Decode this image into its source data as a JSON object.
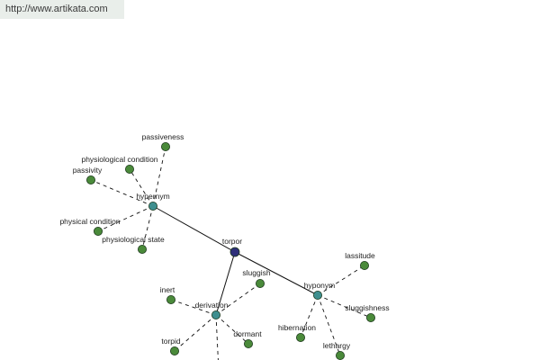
{
  "banner": {
    "url": "http://www.artikata.com"
  },
  "graph": {
    "nodes": [
      {
        "id": "torpor",
        "label": "torpor",
        "kind": "center",
        "color": "#2e2f7a"
      },
      {
        "id": "hypernym",
        "label": "hypernym",
        "kind": "relation",
        "color": "#3f8f8f"
      },
      {
        "id": "hyponym",
        "label": "hyponym",
        "kind": "relation",
        "color": "#3f8f8f"
      },
      {
        "id": "derivation",
        "label": "derivation",
        "kind": "relation",
        "color": "#3f8f8f"
      },
      {
        "id": "passiveness",
        "label": "passiveness",
        "kind": "term",
        "color": "#4a8a3a"
      },
      {
        "id": "physiological-condition",
        "label": "physiological condition",
        "kind": "term",
        "color": "#4a8a3a"
      },
      {
        "id": "passivity",
        "label": "passivity",
        "kind": "term",
        "color": "#4a8a3a"
      },
      {
        "id": "physical-condition",
        "label": "physical condition",
        "kind": "term",
        "color": "#4a8a3a"
      },
      {
        "id": "physiological-state",
        "label": "physiological state",
        "kind": "term",
        "color": "#4a8a3a"
      },
      {
        "id": "lassitude",
        "label": "lassitude",
        "kind": "term",
        "color": "#4a8a3a"
      },
      {
        "id": "sluggishness",
        "label": "sluggishness",
        "kind": "term",
        "color": "#4a8a3a"
      },
      {
        "id": "hibernation",
        "label": "hibernation",
        "kind": "term",
        "color": "#4a8a3a"
      },
      {
        "id": "lethargy",
        "label": "lethargy",
        "kind": "term",
        "color": "#4a8a3a"
      },
      {
        "id": "sluggish",
        "label": "sluggish",
        "kind": "term",
        "color": "#4a8a3a"
      },
      {
        "id": "inert",
        "label": "inert",
        "kind": "term",
        "color": "#4a8a3a"
      },
      {
        "id": "torpid",
        "label": "torpid",
        "kind": "term",
        "color": "#4a8a3a"
      },
      {
        "id": "dormant",
        "label": "dormant",
        "kind": "term",
        "color": "#4a8a3a"
      }
    ],
    "edges": [
      {
        "from": "torpor",
        "to": "hypernym",
        "style": "solid"
      },
      {
        "from": "torpor",
        "to": "hyponym",
        "style": "solid"
      },
      {
        "from": "torpor",
        "to": "derivation",
        "style": "solid"
      },
      {
        "from": "hypernym",
        "to": "passiveness",
        "style": "dashed"
      },
      {
        "from": "hypernym",
        "to": "physiological-condition",
        "style": "dashed"
      },
      {
        "from": "hypernym",
        "to": "passivity",
        "style": "dashed"
      },
      {
        "from": "hypernym",
        "to": "physical-condition",
        "style": "dashed"
      },
      {
        "from": "hypernym",
        "to": "physiological-state",
        "style": "dashed"
      },
      {
        "from": "hyponym",
        "to": "lassitude",
        "style": "dashed"
      },
      {
        "from": "hyponym",
        "to": "sluggishness",
        "style": "dashed"
      },
      {
        "from": "hyponym",
        "to": "hibernation",
        "style": "dashed"
      },
      {
        "from": "hyponym",
        "to": "lethargy",
        "style": "dashed"
      },
      {
        "from": "derivation",
        "to": "sluggish",
        "style": "dashed"
      },
      {
        "from": "derivation",
        "to": "inert",
        "style": "dashed"
      },
      {
        "from": "derivation",
        "to": "torpid",
        "style": "dashed"
      },
      {
        "from": "derivation",
        "to": "dormant",
        "style": "dashed"
      },
      {
        "from": "derivation",
        "to": "offscreen",
        "style": "dashed"
      }
    ]
  }
}
